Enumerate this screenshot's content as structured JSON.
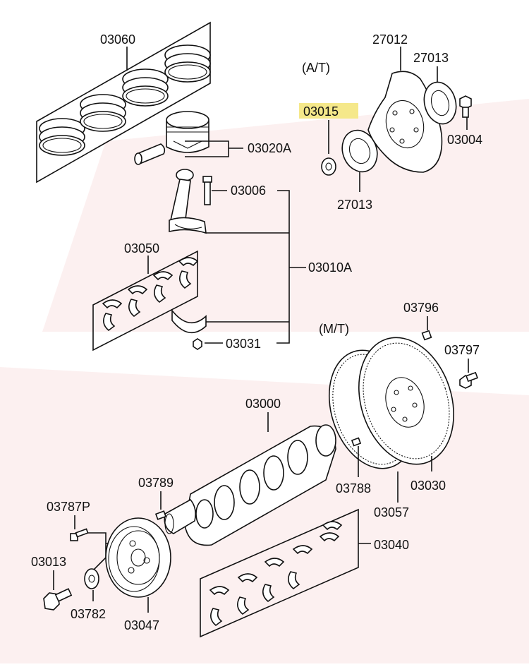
{
  "condition_labels": {
    "automatic": "(A/T)",
    "manual": "(M/T)"
  },
  "highlight_color": "#f5e88a",
  "part_numbers": {
    "piston_rings": "03060",
    "piston_assy": "03020A",
    "conrod_bolt": "03006",
    "conrod_assy": "03010A",
    "conrod_bearings": "03050",
    "conrod_nut": "03031",
    "crank_bushing": "03015",
    "drive_plate": "27012",
    "adapter_plate_top": "27013",
    "adapter_plate_bottom": "27013",
    "drive_plate_bolt": "03004",
    "flywheel_dowel_pin": "03796",
    "flywheel_bolt": "03797",
    "crankshaft": "03000",
    "dowel_pin": "03789",
    "ring_gear_pin": "03788",
    "flywheel": "03030",
    "ring_gear": "03057",
    "pulley_bolt_washer_bolt": "03787P",
    "main_bearings": "03040",
    "pulley_bolt": "03013",
    "pulley_washer": "03782",
    "crank_pulley": "03047"
  }
}
